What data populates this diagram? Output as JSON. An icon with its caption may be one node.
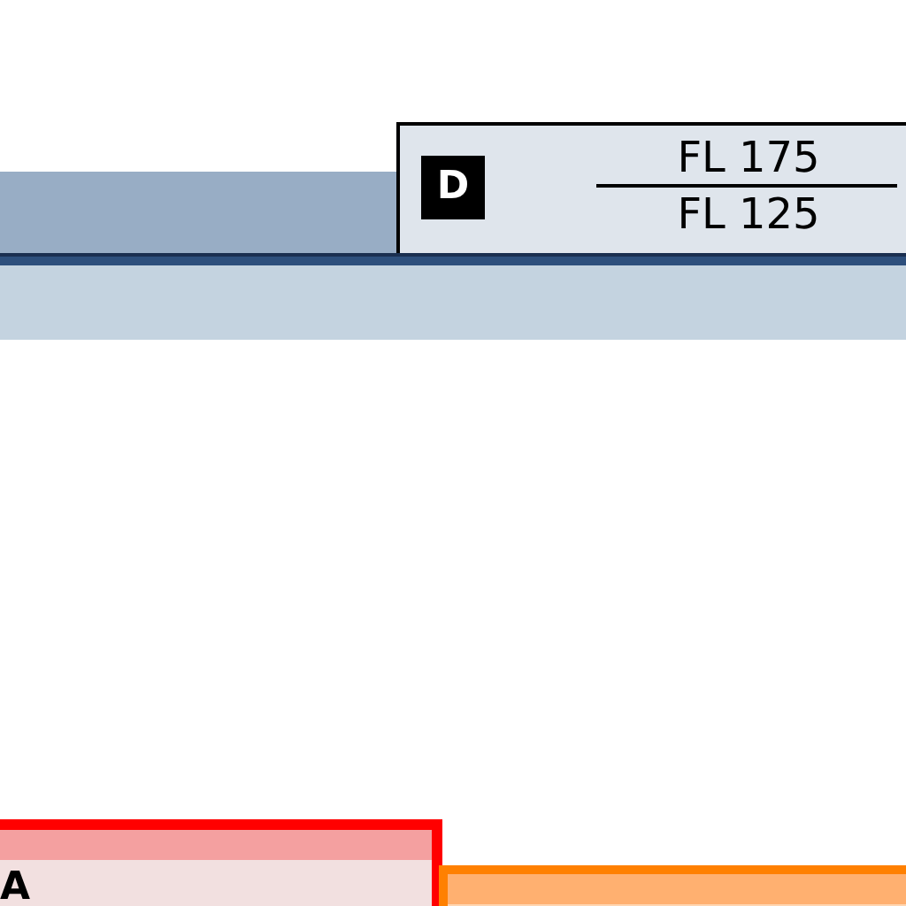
{
  "diagram": {
    "nodes": [
      {
        "text": [
          "D",
          "FL 175",
          "FL 125"
        ]
      },
      {
        "text": [
          "A"
        ]
      },
      {
        "text": [],
        "shape": "box"
      }
    ]
  }
}
